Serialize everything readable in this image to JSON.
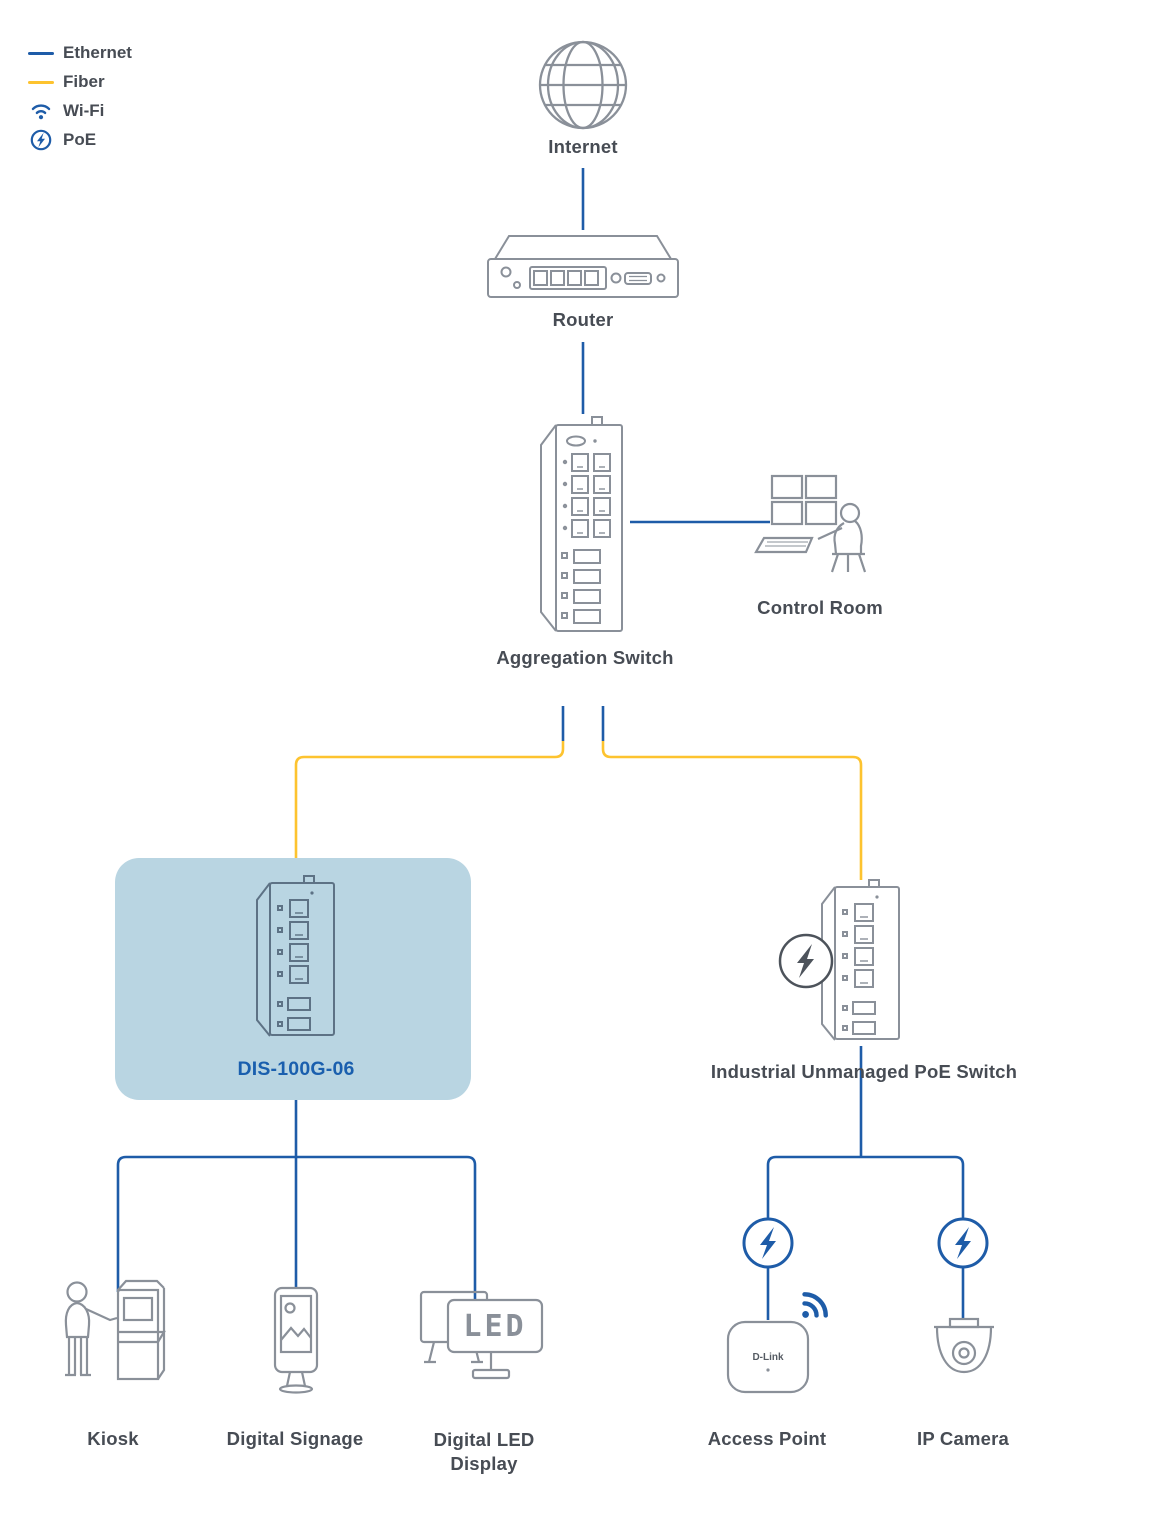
{
  "colors": {
    "ethernet": "#1e5ca8",
    "fiber": "#fdc32f",
    "poe_accent": "#1e5ca8",
    "highlight_background": "#b9d5e2",
    "device_outline": "#8a9099",
    "label_text": "#474c54"
  },
  "legend": {
    "items": [
      {
        "id": "ethernet",
        "label": "Ethernet"
      },
      {
        "id": "fiber",
        "label": "Fiber"
      },
      {
        "id": "wifi",
        "label": "Wi-Fi"
      },
      {
        "id": "poe",
        "label": "PoE"
      }
    ]
  },
  "nodes": {
    "internet": {
      "label": "Internet"
    },
    "router": {
      "label": "Router"
    },
    "aggregation_switch": {
      "label": "Aggregation Switch"
    },
    "control_room": {
      "label": "Control Room"
    },
    "dis_switch": {
      "label": "DIS-100G-06",
      "highlighted": true
    },
    "poe_switch": {
      "label": "Industrial Unmanaged PoE Switch"
    },
    "kiosk": {
      "label": "Kiosk"
    },
    "digital_signage": {
      "label": "Digital Signage"
    },
    "digital_led_display": {
      "label": "Digital LED Display",
      "screen_text": "LED"
    },
    "access_point": {
      "label": "Access Point",
      "brand": "D-Link"
    },
    "ip_camera": {
      "label": "IP Camera"
    }
  },
  "connections": [
    {
      "from": "internet",
      "to": "router",
      "type": "ethernet"
    },
    {
      "from": "router",
      "to": "aggregation_switch",
      "type": "ethernet"
    },
    {
      "from": "aggregation_switch",
      "to": "control_room",
      "type": "ethernet"
    },
    {
      "from": "aggregation_switch",
      "to": "dis_switch",
      "type": "fiber"
    },
    {
      "from": "aggregation_switch",
      "to": "poe_switch",
      "type": "fiber"
    },
    {
      "from": "dis_switch",
      "to": "kiosk",
      "type": "ethernet"
    },
    {
      "from": "dis_switch",
      "to": "digital_signage",
      "type": "ethernet"
    },
    {
      "from": "dis_switch",
      "to": "digital_led_display",
      "type": "ethernet"
    },
    {
      "from": "poe_switch",
      "to": "access_point",
      "type": "ethernet-poe"
    },
    {
      "from": "poe_switch",
      "to": "ip_camera",
      "type": "ethernet-poe"
    }
  ]
}
